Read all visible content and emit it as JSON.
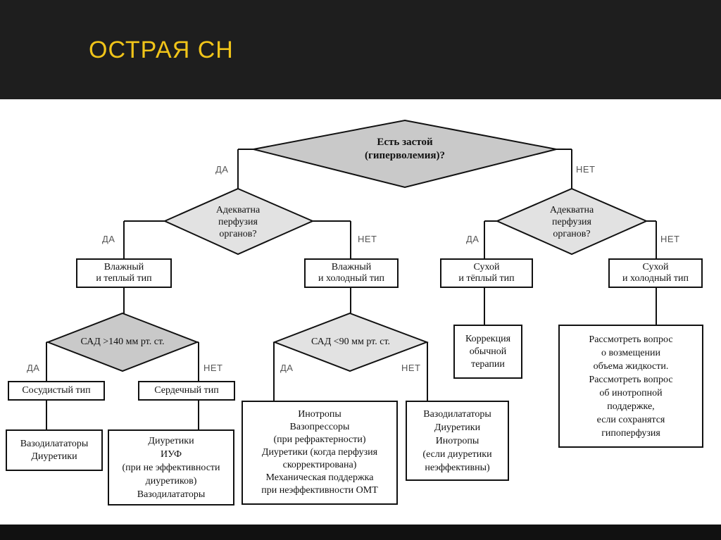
{
  "slide": {
    "title": "ОСТРАЯ СН"
  },
  "colors": {
    "title": "#f0c419",
    "diamond_dark": "#c9c9c9",
    "diamond_light": "#e2e2e2"
  },
  "labels": {
    "yes": "ДА",
    "no": "НЕТ"
  },
  "nodes": {
    "congestion": "Есть застой\n(гиперволемия)?",
    "perf_left": "Адекватна\nперфузия\nорганов?",
    "perf_right": "Адекватна\nперфузия\nорганов?",
    "wet_warm": "Влажный\nи теплый тип",
    "wet_cold": "Влажный\nи холодный тип",
    "dry_warm": "Сухой\nи тёплый тип",
    "dry_cold": "Сухой\nи холодный тип",
    "sad_140": "САД >140 мм рт. ст.",
    "sad_90": "САД <90 мм рт. ст.",
    "vascular": "Сосудистый тип",
    "cardiac": "Сердечный тип",
    "correction": "Коррекция\nобычной\nтерапии",
    "volume": "Рассмотреть вопрос\nо возмещении\nобъема жидкости.\nРассмотреть вопрос\nоб инотропной\nподдержке,\nесли сохранятся\nгипоперфузия",
    "tx_vascular": "Вазодилататоры\nДиуретики",
    "tx_cardiac": "Диуретики\nИУФ\n(при не эффективности\nдиуретиков)\nВазодилататоры",
    "tx_wetcold_yes": "Инотропы\nВазопрессоры\n(при рефрактерности)\nДиуретики (когда перфузия\nскорректирована)\nМеханическая поддержка\nпри неэффективности ОМТ",
    "tx_wetcold_no": "Вазодилататоры\nДиуретики\nИнотропы\n(если диуретики\nнеэффективны)"
  }
}
